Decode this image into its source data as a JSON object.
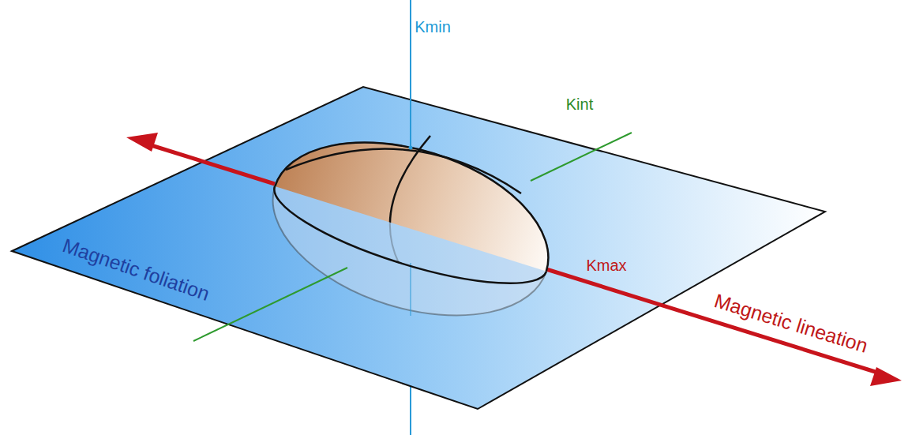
{
  "diagram": {
    "labels": [
      "Kmin",
      "Kint",
      "Kmax",
      "Magnetic foliation",
      "Magnetic lineation"
    ]
  }
}
